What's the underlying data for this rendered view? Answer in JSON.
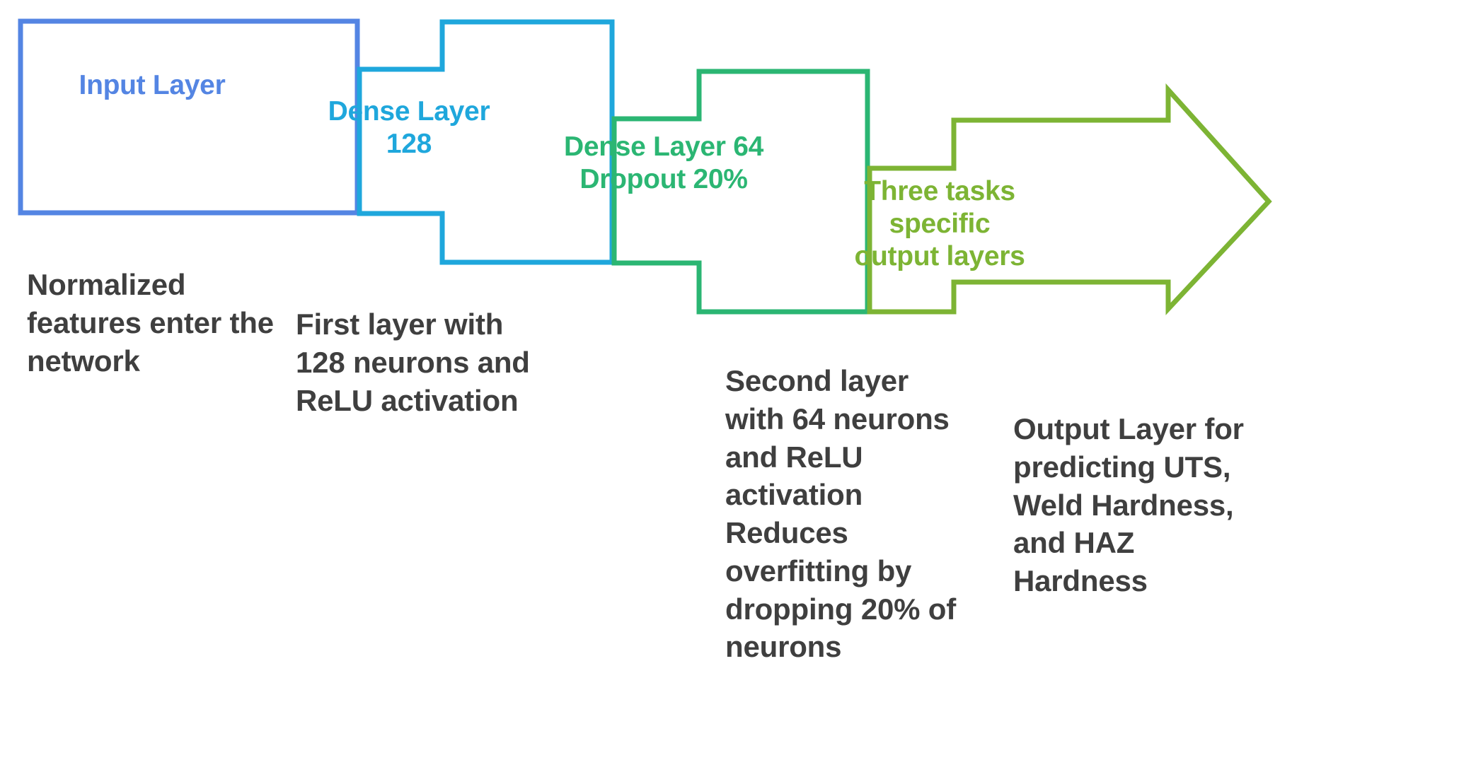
{
  "diagram": {
    "title": "Neural network architecture process flow",
    "type": "chevron-process-flow",
    "stages": [
      {
        "id": "input-layer",
        "shape": "chevron-box",
        "title": "Input Layer",
        "color": "#5485e3",
        "caption": "Normalized features enter the network"
      },
      {
        "id": "dense-layer-128",
        "shape": "chevron-box",
        "title": "Dense Layer\n128",
        "color": "#1fa7dc",
        "caption": "First layer with 128 neurons and ReLU activation"
      },
      {
        "id": "dense-layer-64-dropout",
        "shape": "chevron-box",
        "title": "Dense Layer 64\nDropout 20%",
        "color": "#2bb673",
        "caption": "Second layer with 64 neurons and ReLU activation\n Reduces overfitting by dropping 20% of neurons"
      },
      {
        "id": "output-layers",
        "shape": "chevron-arrow",
        "title": "Three tasks specific\noutput layers",
        "color": "#7db434",
        "caption": "Output Layer for predicting UTS, Weld Hardness, and HAZ Hardness"
      }
    ],
    "caption_color": "#3f3f3f",
    "background_color": "#ffffff"
  }
}
